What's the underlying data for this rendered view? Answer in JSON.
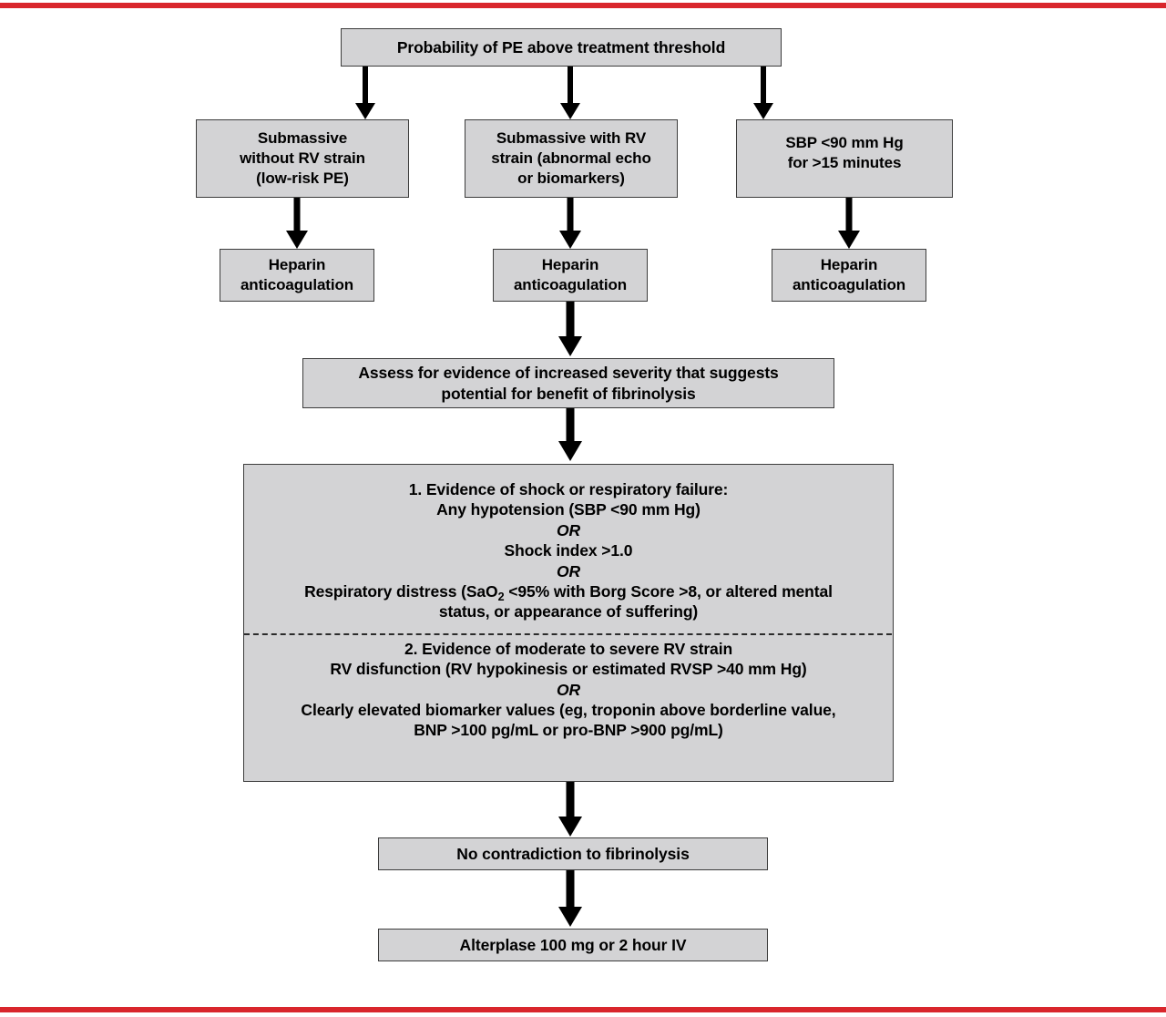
{
  "page": {
    "title": "Pulmonary embolism treatment algorithm flowchart",
    "rule_color": "#d9262c",
    "node_fill": "#d3d3d5",
    "node_border": "#3c3c3c",
    "arrow_color": "#000000"
  },
  "nodes": {
    "root": {
      "text": "Probability of PE above treatment threshold"
    },
    "branch_left": {
      "lines": [
        "Submassive",
        "without RV strain",
        "(low-risk PE)"
      ]
    },
    "branch_center": {
      "lines": [
        "Submassive with RV",
        "strain (abnormal echo",
        "or biomarkers)"
      ]
    },
    "branch_right": {
      "lines": [
        "SBP <90 mm Hg",
        "for >15 minutes"
      ]
    },
    "heparin_left": {
      "lines": [
        "Heparin",
        "anticoagulation"
      ]
    },
    "heparin_center": {
      "lines": [
        "Heparin",
        "anticoagulation"
      ]
    },
    "heparin_right": {
      "lines": [
        "Heparin",
        "anticoagulation"
      ]
    },
    "assess": {
      "lines": [
        "Assess for evidence of increased severity that suggests",
        "potential for benefit of fibrinolysis"
      ]
    },
    "criteria": {
      "section1": {
        "heading": "1. Evidence of shock or respiratory failure:",
        "lines": [
          "Any hypotension (SBP <90 mm Hg)",
          "OR",
          "Shock index >1.0",
          "OR"
        ],
        "respiratory_prefix": "Respiratory distress (SaO",
        "respiratory_sub": "2",
        "respiratory_suffix": " <95% with Borg Score >8, or altered mental",
        "respiratory_line2": "status, or appearance of suffering)"
      },
      "section2": {
        "heading": "2. Evidence of moderate to severe RV strain",
        "lines": [
          "RV disfunction (RV hypokinesis or estimated RVSP >40 mm Hg)",
          "OR",
          "Clearly elevated biomarker values (eg, troponin above borderline value,",
          "BNP >100 pg/mL or pro-BNP >900 pg/mL)"
        ]
      }
    },
    "no_contradiction": {
      "text": "No contradiction to fibrinolysis"
    },
    "alteplase": {
      "text": "Alterplase 100 mg or 2 hour IV"
    }
  },
  "connectors": [
    {
      "name": "root-to-branch-left"
    },
    {
      "name": "root-to-branch-center"
    },
    {
      "name": "root-to-branch-right"
    },
    {
      "name": "branch-left-to-heparin-left"
    },
    {
      "name": "branch-center-to-heparin-center"
    },
    {
      "name": "branch-right-to-heparin-right"
    },
    {
      "name": "heparin-center-to-assess"
    },
    {
      "name": "assess-to-criteria"
    },
    {
      "name": "criteria-to-no-contradiction"
    },
    {
      "name": "no-contradiction-to-alteplase"
    }
  ]
}
